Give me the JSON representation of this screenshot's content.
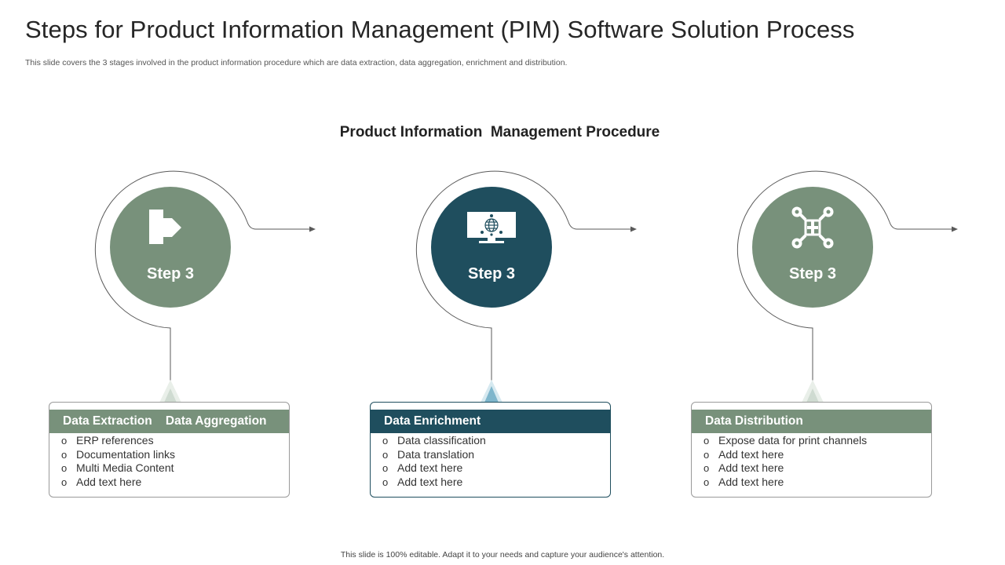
{
  "slide": {
    "title": "Steps for Product Information Management (PIM) Software Solution Process",
    "subtitle": "This slide covers the 3 stages involved in the product information procedure which are data extraction, data aggregation, enrichment and distribution.",
    "procedure_title": "Product Information  Management Procedure",
    "footer": "This slide is 100% editable. Adapt it to your needs and capture your audience's attention."
  },
  "colors": {
    "sage": "#78917b",
    "teal": "#1f4e5e",
    "accent_triangle": "#7fb6cc",
    "light_triangle": "#d3ded5"
  },
  "steps": [
    {
      "label": "Step 3",
      "icon": "arrow-right-icon",
      "color": "#78917b",
      "card_title": "Data Extraction    Data Aggregation",
      "items": [
        "ERP references",
        "Documentation links",
        "Multi Media Content",
        "Add text here"
      ]
    },
    {
      "label": "Step 3",
      "icon": "monitor-network-icon",
      "color": "#1f4e5e",
      "card_title": "Data Enrichment",
      "items": [
        "Data classification",
        "Data translation",
        "Add text here",
        "Add text here"
      ]
    },
    {
      "label": "Step 3",
      "icon": "distribution-network-icon",
      "color": "#78917b",
      "card_title": "Data Distribution",
      "items": [
        "Expose data for print channels",
        "Add text here",
        "Add text here",
        "Add text here"
      ]
    }
  ],
  "bullet_glyph": "o"
}
